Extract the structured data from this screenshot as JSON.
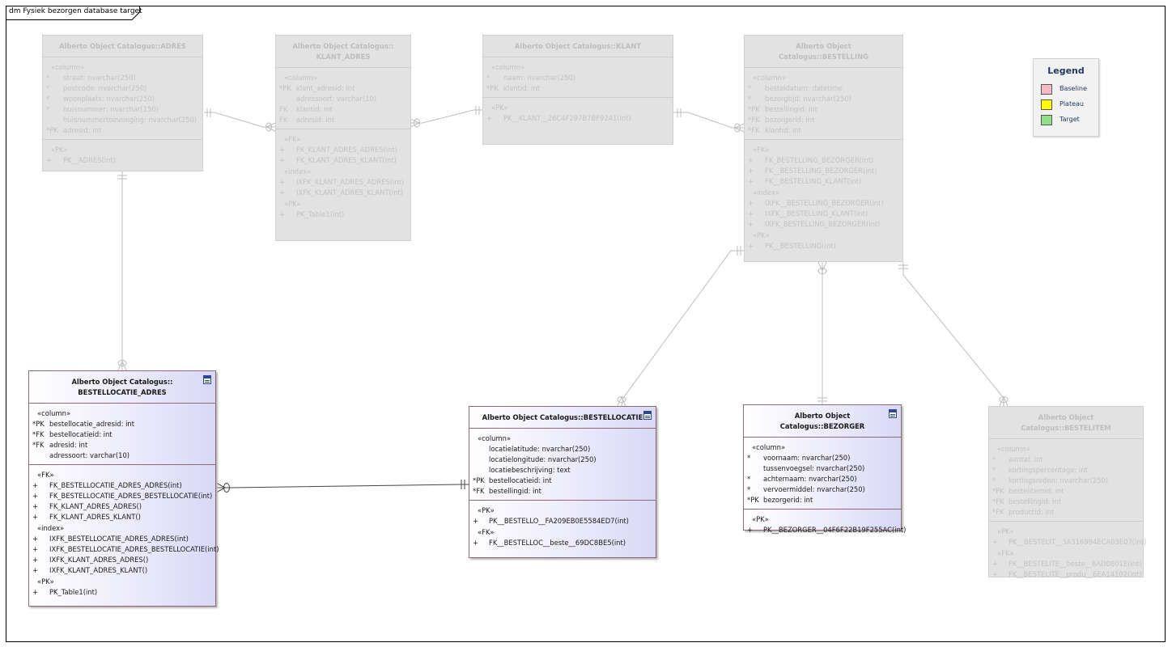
{
  "frame": {
    "title": "dm Fysiek bezorgen database target"
  },
  "legend": {
    "title": "Legend",
    "items": [
      {
        "label": "Baseline",
        "color": "#f4b9c4"
      },
      {
        "label": "Plateau",
        "color": "#ffff00"
      },
      {
        "label": "Target",
        "color": "#8fe08a"
      }
    ]
  },
  "entities": {
    "adres": {
      "title": "Alberto Object Catalogus::ADRES",
      "columns_stereo": "«column»",
      "columns": [
        {
          "prefix": "*",
          "text": "straat: nvarchar(250)"
        },
        {
          "prefix": "*",
          "text": "postcode: nvarchar(250)"
        },
        {
          "prefix": "*",
          "text": "woonplaats: nvarchar(250)"
        },
        {
          "prefix": "*",
          "text": "huisnummer: nvarchar(150)"
        },
        {
          "prefix": "",
          "text": "huisnummertoevoeging: nvarchar(250)"
        },
        {
          "prefix": "*PK",
          "text": "adresid: int"
        }
      ],
      "pk_stereo": "«PK»",
      "pk": [
        {
          "prefix": "+",
          "text": "PK__ADRES(int)"
        }
      ]
    },
    "klant_adres": {
      "title": "Alberto Object Catalogus::\nKLANT_ADRES",
      "columns_stereo": "«column»",
      "columns": [
        {
          "prefix": "*PK",
          "text": "klant_adresid: int"
        },
        {
          "prefix": "",
          "text": "adressoort: varchar(10)"
        },
        {
          "prefix": "FK",
          "text": "klantid: int"
        },
        {
          "prefix": "FK",
          "text": "adresid: int"
        }
      ],
      "fk_stereo": "«FK»",
      "fk": [
        {
          "prefix": "+",
          "text": "FK_KLANT_ADRES_ADRES(int)"
        },
        {
          "prefix": "+",
          "text": "FK_KLANT_ADRES_KLANT(int)"
        }
      ],
      "index_stereo": "«index»",
      "index": [
        {
          "prefix": "+",
          "text": "IXFK_KLANT_ADRES_ADRES(int)"
        },
        {
          "prefix": "+",
          "text": "IXFK_KLANT_ADRES_KLANT(int)"
        }
      ],
      "pk_stereo": "«PK»",
      "pk": [
        {
          "prefix": "+",
          "text": "PK_Table1(int)"
        }
      ]
    },
    "klant": {
      "title": "Alberto Object Catalogus::KLANT",
      "columns_stereo": "«column»",
      "columns": [
        {
          "prefix": "*",
          "text": "naam: nvarchar(250)"
        },
        {
          "prefix": "*PK",
          "text": "klantid: int"
        }
      ],
      "pk_stereo": "«PK»",
      "pk": [
        {
          "prefix": "+",
          "text": "PK__KLANT__26C4F297B7BF9241(int)"
        }
      ]
    },
    "bestelling": {
      "title": "Alberto Object Catalogus::BESTELLING",
      "columns_stereo": "«column»",
      "columns": [
        {
          "prefix": "*",
          "text": "besteldatum: datetime"
        },
        {
          "prefix": "*",
          "text": "bezorgtijd: nvarchar(250)"
        },
        {
          "prefix": "*PK",
          "text": "bestellingid: int"
        },
        {
          "prefix": "*FK",
          "text": "bezorgerid: int"
        },
        {
          "prefix": "*FK",
          "text": "klantid: int"
        }
      ],
      "fk_stereo": "«FK»",
      "fk": [
        {
          "prefix": "+",
          "text": "FK_BESTELLING_BEZORGER(int)"
        },
        {
          "prefix": "+",
          "text": "FK__BESTELLING_BEZORGER(int)"
        },
        {
          "prefix": "+",
          "text": "FK__BESTELLING_KLANT(int)"
        }
      ],
      "index_stereo": "«index»",
      "index": [
        {
          "prefix": "+",
          "text": "IXFK__BESTELLING_BEZORGER(int)"
        },
        {
          "prefix": "+",
          "text": "IXFK__BESTELLING_KLANT(int)"
        },
        {
          "prefix": "+",
          "text": "IXFK_BESTELLING_BEZORGER(int)"
        }
      ],
      "pk_stereo": "«PK»",
      "pk": [
        {
          "prefix": "+",
          "text": "PK__BESTELLING(int)"
        }
      ]
    },
    "bestellocatie_adres": {
      "title": "Alberto Object Catalogus::\nBESTELLOCATIE_ADRES",
      "columns_stereo": "«column»",
      "columns": [
        {
          "prefix": "*PK",
          "text": "bestellocatie_adresid: int"
        },
        {
          "prefix": "*FK",
          "text": "bestellocatieid: int"
        },
        {
          "prefix": "*FK",
          "text": "adresid: int"
        },
        {
          "prefix": "",
          "text": "adressoort: varchar(10)"
        }
      ],
      "fk_stereo": "«FK»",
      "fk": [
        {
          "prefix": "+",
          "text": "FK_BESTELLOCATIE_ADRES_ADRES(int)"
        },
        {
          "prefix": "+",
          "text": "FK_BESTELLOCATIE_ADRES_BESTELLOCATIE(int)"
        },
        {
          "prefix": "+",
          "text": "FK_KLANT_ADRES_ADRES()"
        },
        {
          "prefix": "+",
          "text": "FK_KLANT_ADRES_KLANT()"
        }
      ],
      "index_stereo": "«index»",
      "index": [
        {
          "prefix": "+",
          "text": "IXFK_BESTELLOCATIE_ADRES_ADRES(int)"
        },
        {
          "prefix": "+",
          "text": "IXFK_BESTELLOCATIE_ADRES_BESTELLOCATIE(int)"
        },
        {
          "prefix": "+",
          "text": "IXFK_KLANT_ADRES_ADRES()"
        },
        {
          "prefix": "+",
          "text": "IXFK_KLANT_ADRES_KLANT()"
        }
      ],
      "pk_stereo": "«PK»",
      "pk": [
        {
          "prefix": "+",
          "text": "PK_Table1(int)"
        }
      ]
    },
    "bestellocatie": {
      "title": "Alberto Object Catalogus::BESTELLOCATIE",
      "columns_stereo": "«column»",
      "columns": [
        {
          "prefix": "",
          "text": "locatielatitude: nvarchar(250)"
        },
        {
          "prefix": "",
          "text": "locatielongitude: nvarchar(250)"
        },
        {
          "prefix": "",
          "text": "locatiebeschrijving: text"
        },
        {
          "prefix": "*PK",
          "text": "bestellocatieid: int"
        },
        {
          "prefix": "*FK",
          "text": "bestellingid: int"
        }
      ],
      "pk_stereo": "«PK»",
      "pk": [
        {
          "prefix": "+",
          "text": "PK__BESTELLO__FA209EB0E5584ED7(int)"
        }
      ],
      "fk_stereo": "«FK»",
      "fk": [
        {
          "prefix": "+",
          "text": "FK__BESTELLOC__beste__69DC8BE5(int)"
        }
      ]
    },
    "bezorger": {
      "title": "Alberto Object Catalogus::BEZORGER",
      "columns_stereo": "«column»",
      "columns": [
        {
          "prefix": "*",
          "text": "voornaam: nvarchar(250)"
        },
        {
          "prefix": "",
          "text": "tussenvoegsel: nvarchar(250)"
        },
        {
          "prefix": "*",
          "text": "achternaam: nvarchar(250)"
        },
        {
          "prefix": "*",
          "text": "vervoermiddel: nvarchar(250)"
        },
        {
          "prefix": "*PK",
          "text": "bezorgerid: int"
        }
      ],
      "pk_stereo": "«PK»",
      "pk": [
        {
          "prefix": "+",
          "text": "PK__BEZORGER__04F6F22B19F255AC(int)"
        }
      ]
    },
    "bestelitem": {
      "title": "Alberto Object Catalogus::BESTELITEM",
      "columns_stereo": "«column»",
      "columns": [
        {
          "prefix": "*",
          "text": "aantal: int"
        },
        {
          "prefix": "*",
          "text": "kortingspercentage: int"
        },
        {
          "prefix": "*",
          "text": "kortingsreden: nvarchar(250)"
        },
        {
          "prefix": "*PK",
          "text": "bestelitemid: int"
        },
        {
          "prefix": "*FK",
          "text": "bestellingid: int"
        },
        {
          "prefix": "*FK",
          "text": "productid: int"
        }
      ],
      "pk_stereo": "«PK»",
      "pk": [
        {
          "prefix": "+",
          "text": "PK__BESTELIT__3A316994ECA03E07(int)"
        }
      ],
      "fk_stereo": "«FK»",
      "fk": [
        {
          "prefix": "+",
          "text": "FK__BESTELITE__beste__6AD0801E(int)"
        },
        {
          "prefix": "+",
          "text": "FK__BESTELITE__produ__6EA14102(int)"
        }
      ]
    }
  }
}
